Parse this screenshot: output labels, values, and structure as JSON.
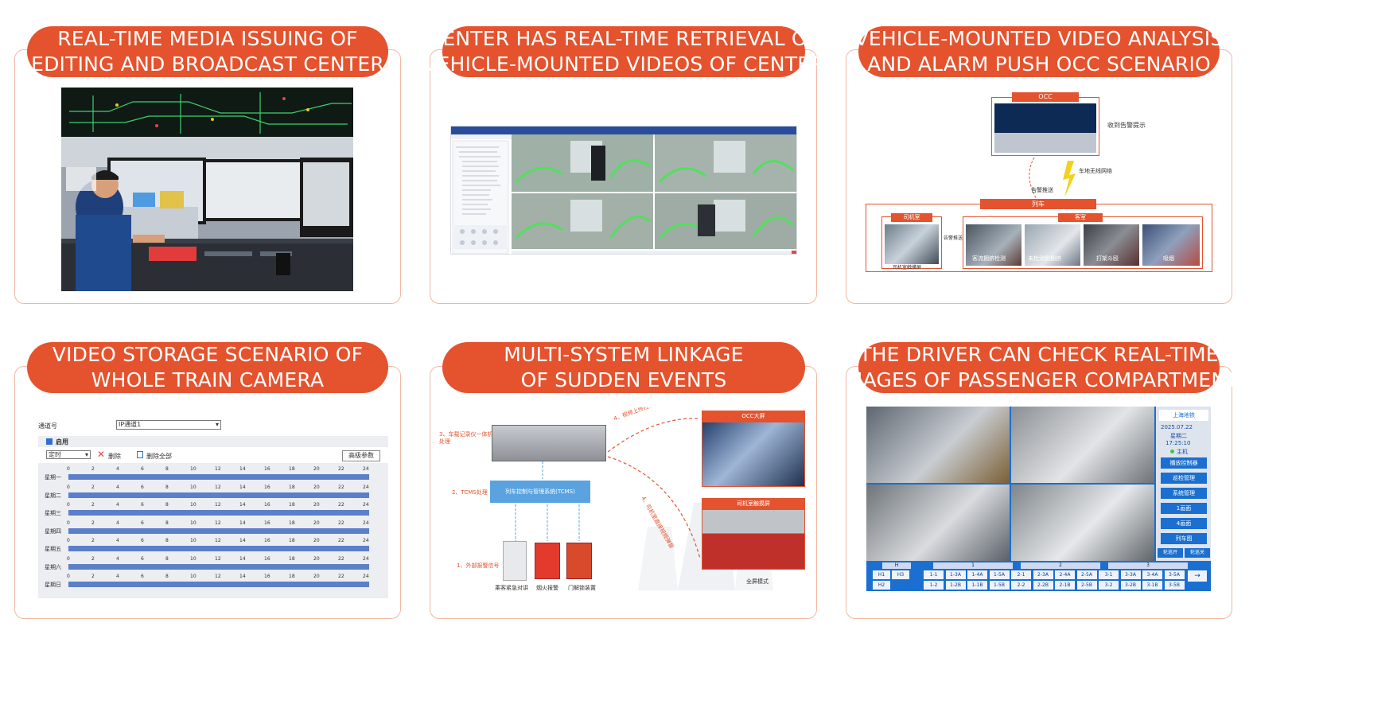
{
  "panels": [
    {
      "title_lines": [
        "REAL-TIME MEDIA ISSUING OF",
        "EDITING AND BROADCAST CENTER"
      ]
    },
    {
      "title_lines": [
        "CENTER HAS REAL-TIME RETRIEVAL OF",
        "VEHICLE-MOUNTED VIDEOS OF CENTER"
      ]
    },
    {
      "title_lines": [
        "VEHICLE-MOUNTED VIDEO ANALYSIS",
        "AND ALARM PUSH OCC SCENARIO"
      ]
    },
    {
      "title_lines": [
        "VIDEO STORAGE SCENARIO OF",
        "WHOLE TRAIN CAMERA"
      ]
    },
    {
      "title_lines": [
        "MULTI-SYSTEM LINKAGE",
        "OF SUDDEN EVENTS"
      ]
    },
    {
      "title_lines": [
        "THE DRIVER CAN CHECK REAL-TIME",
        "IMAGES OF PASSENGER COMPARTMENT"
      ]
    }
  ],
  "occ_diagram": {
    "occ": "OCC",
    "occ_note": "收到告警提示",
    "wireless": "车地无线网络",
    "alarm_push": "告警推送",
    "train": "列车",
    "cab": "司机室",
    "cab_alarm": "告警推送",
    "cab_screen": "司机室触摸屏",
    "compartment": "客室",
    "scenes": [
      "客流拥挤检测",
      "未检测到拥挤",
      "打架斗殴",
      "吸烟"
    ]
  },
  "storage": {
    "channel_label": "通道号",
    "channel_value": "IP通道1",
    "enable_label": "启用",
    "mode_value": "定时",
    "delete_label": "删除",
    "delete_all_label": "删除全部",
    "advanced_label": "高级参数",
    "ticks": [
      "0",
      "2",
      "4",
      "6",
      "8",
      "10",
      "12",
      "14",
      "16",
      "18",
      "20",
      "22",
      "24"
    ],
    "days": [
      "星期一",
      "星期二",
      "星期三",
      "星期四",
      "星期五",
      "星期六",
      "星期日"
    ]
  },
  "linkage": {
    "step3": "3、车载记录仪一体机处理",
    "step4a": "4、视频上传控制中心",
    "step2": "2、TCMS处理",
    "tcms_box": "列车控制与管理系统(TCMS)",
    "step4b": "4、司机室直接视频弹窗",
    "step1": "1、外部报警信号",
    "devices": [
      "乘客紧急对讲",
      "烟火报警",
      "门解锁装置"
    ],
    "occ_screen": "OCC大屏",
    "cab_screen": "司机室触摸屏",
    "fullscreen": "全屏模式"
  },
  "driver_hmi": {
    "car_labels": [
      "H",
      "1",
      "2",
      "3"
    ],
    "cam_row1": [
      "H1",
      "H3",
      "1-1",
      "1-3A",
      "1-4A",
      "1-5A",
      "2-1",
      "2-3A",
      "2-4A",
      "2-5A",
      "3-1",
      "3-3A",
      "3-4A",
      "3-5A"
    ],
    "cam_row2": [
      "H2",
      "1-2",
      "1-2B",
      "1-1B",
      "1-5B",
      "2-2",
      "2-2B",
      "2-1B",
      "2-5B",
      "3-2",
      "3-2B",
      "3-1B",
      "3-5B"
    ],
    "arrow": "→",
    "logo_text": "上海地铁",
    "date": "2025.07.22",
    "weekday": "星期二",
    "time": "17:25:10",
    "mode": "主机",
    "menu": [
      "播放控制器",
      "巡检管理",
      "系统管理",
      "1画面",
      "4画面",
      "列车图",
      "轮巡开",
      "轮巡关"
    ]
  },
  "colors": {
    "accent": "#e4532e",
    "card_border": "#f1b9a4",
    "panel_blue": "#1a6fd0"
  }
}
